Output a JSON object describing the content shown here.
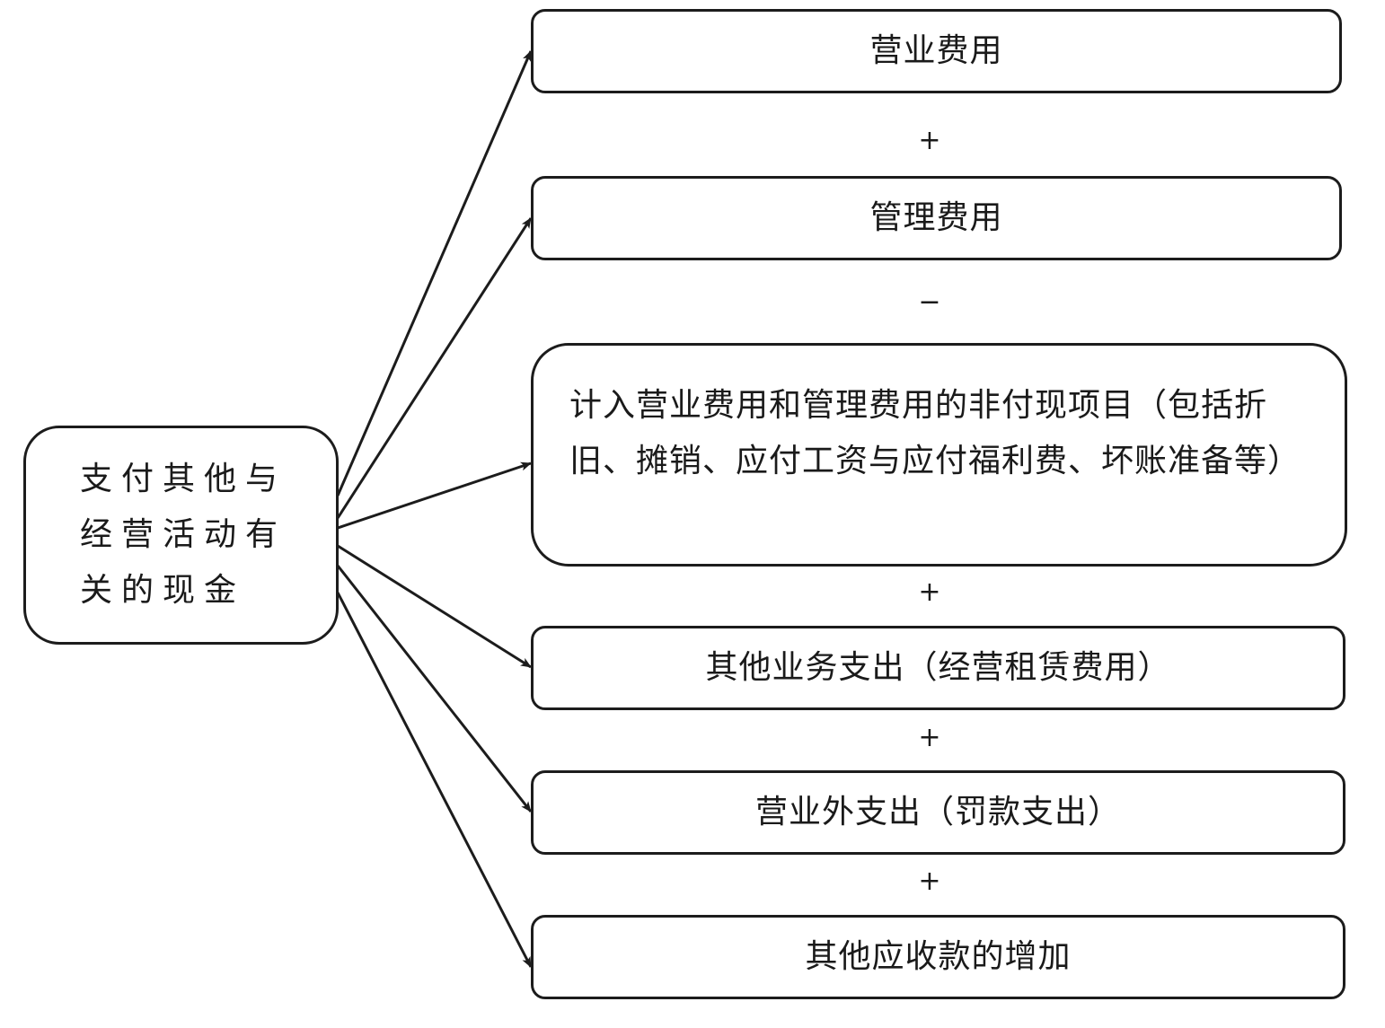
{
  "source": {
    "label": "支付其他与经营活动有关的现金"
  },
  "components": [
    {
      "label": "营业费用"
    },
    {
      "label": "管理费用"
    },
    {
      "label": "计入营业费用和管理费用的非付现项目（包括折旧、摊销、应付工资与应付福利费、坏账准备等）"
    },
    {
      "label": "其他业务支出（经营租赁费用）"
    },
    {
      "label": "营业外支出（罚款支出）"
    },
    {
      "label": "其他应收款的增加"
    }
  ],
  "operators": [
    "+",
    "−",
    "+",
    "+",
    "+"
  ],
  "colors": {
    "stroke": "#1c1c1c",
    "background": "#ffffff"
  }
}
